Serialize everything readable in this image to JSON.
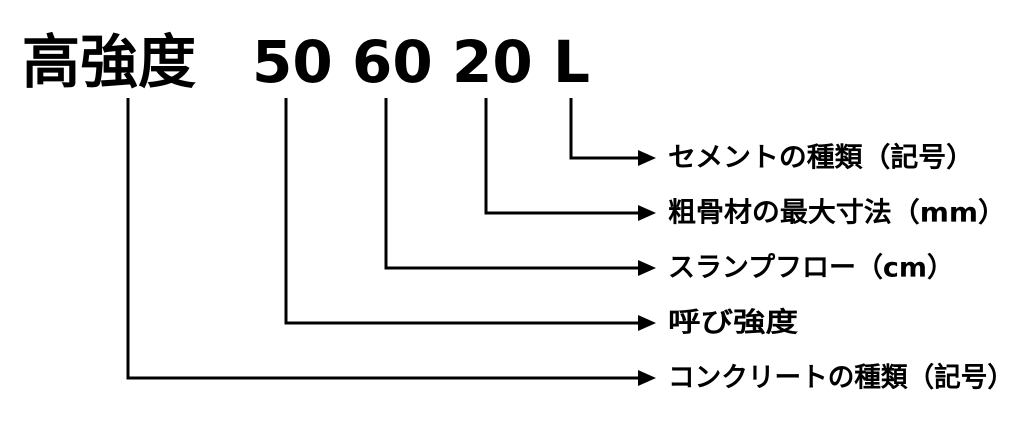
{
  "code": {
    "category": "高強度",
    "strength": "50",
    "slump_flow": "60",
    "aggregate_size": "20",
    "cement_type": "L"
  },
  "labels": {
    "cement": "セメントの種類（記号）",
    "aggregate": "粗骨材の最大寸法（mm）",
    "slump": "スランプフロー（cm）",
    "strength": "呼び強度",
    "concrete": "コンクリートの種類（記号）"
  },
  "colors": {
    "ink": "#000000",
    "background": "#ffffff"
  }
}
